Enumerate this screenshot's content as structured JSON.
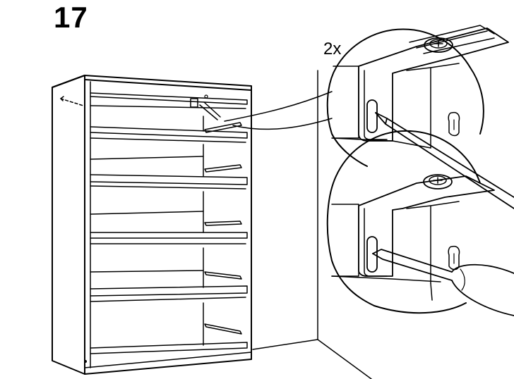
{
  "step": {
    "number": "17"
  },
  "callout": {
    "quantity": "2x"
  },
  "colors": {
    "line": "#000000",
    "background": "#ffffff"
  },
  "icons": [
    "dresser-illustration",
    "screwdriver-icon",
    "screw-icon",
    "drawer-slide-icon"
  ]
}
